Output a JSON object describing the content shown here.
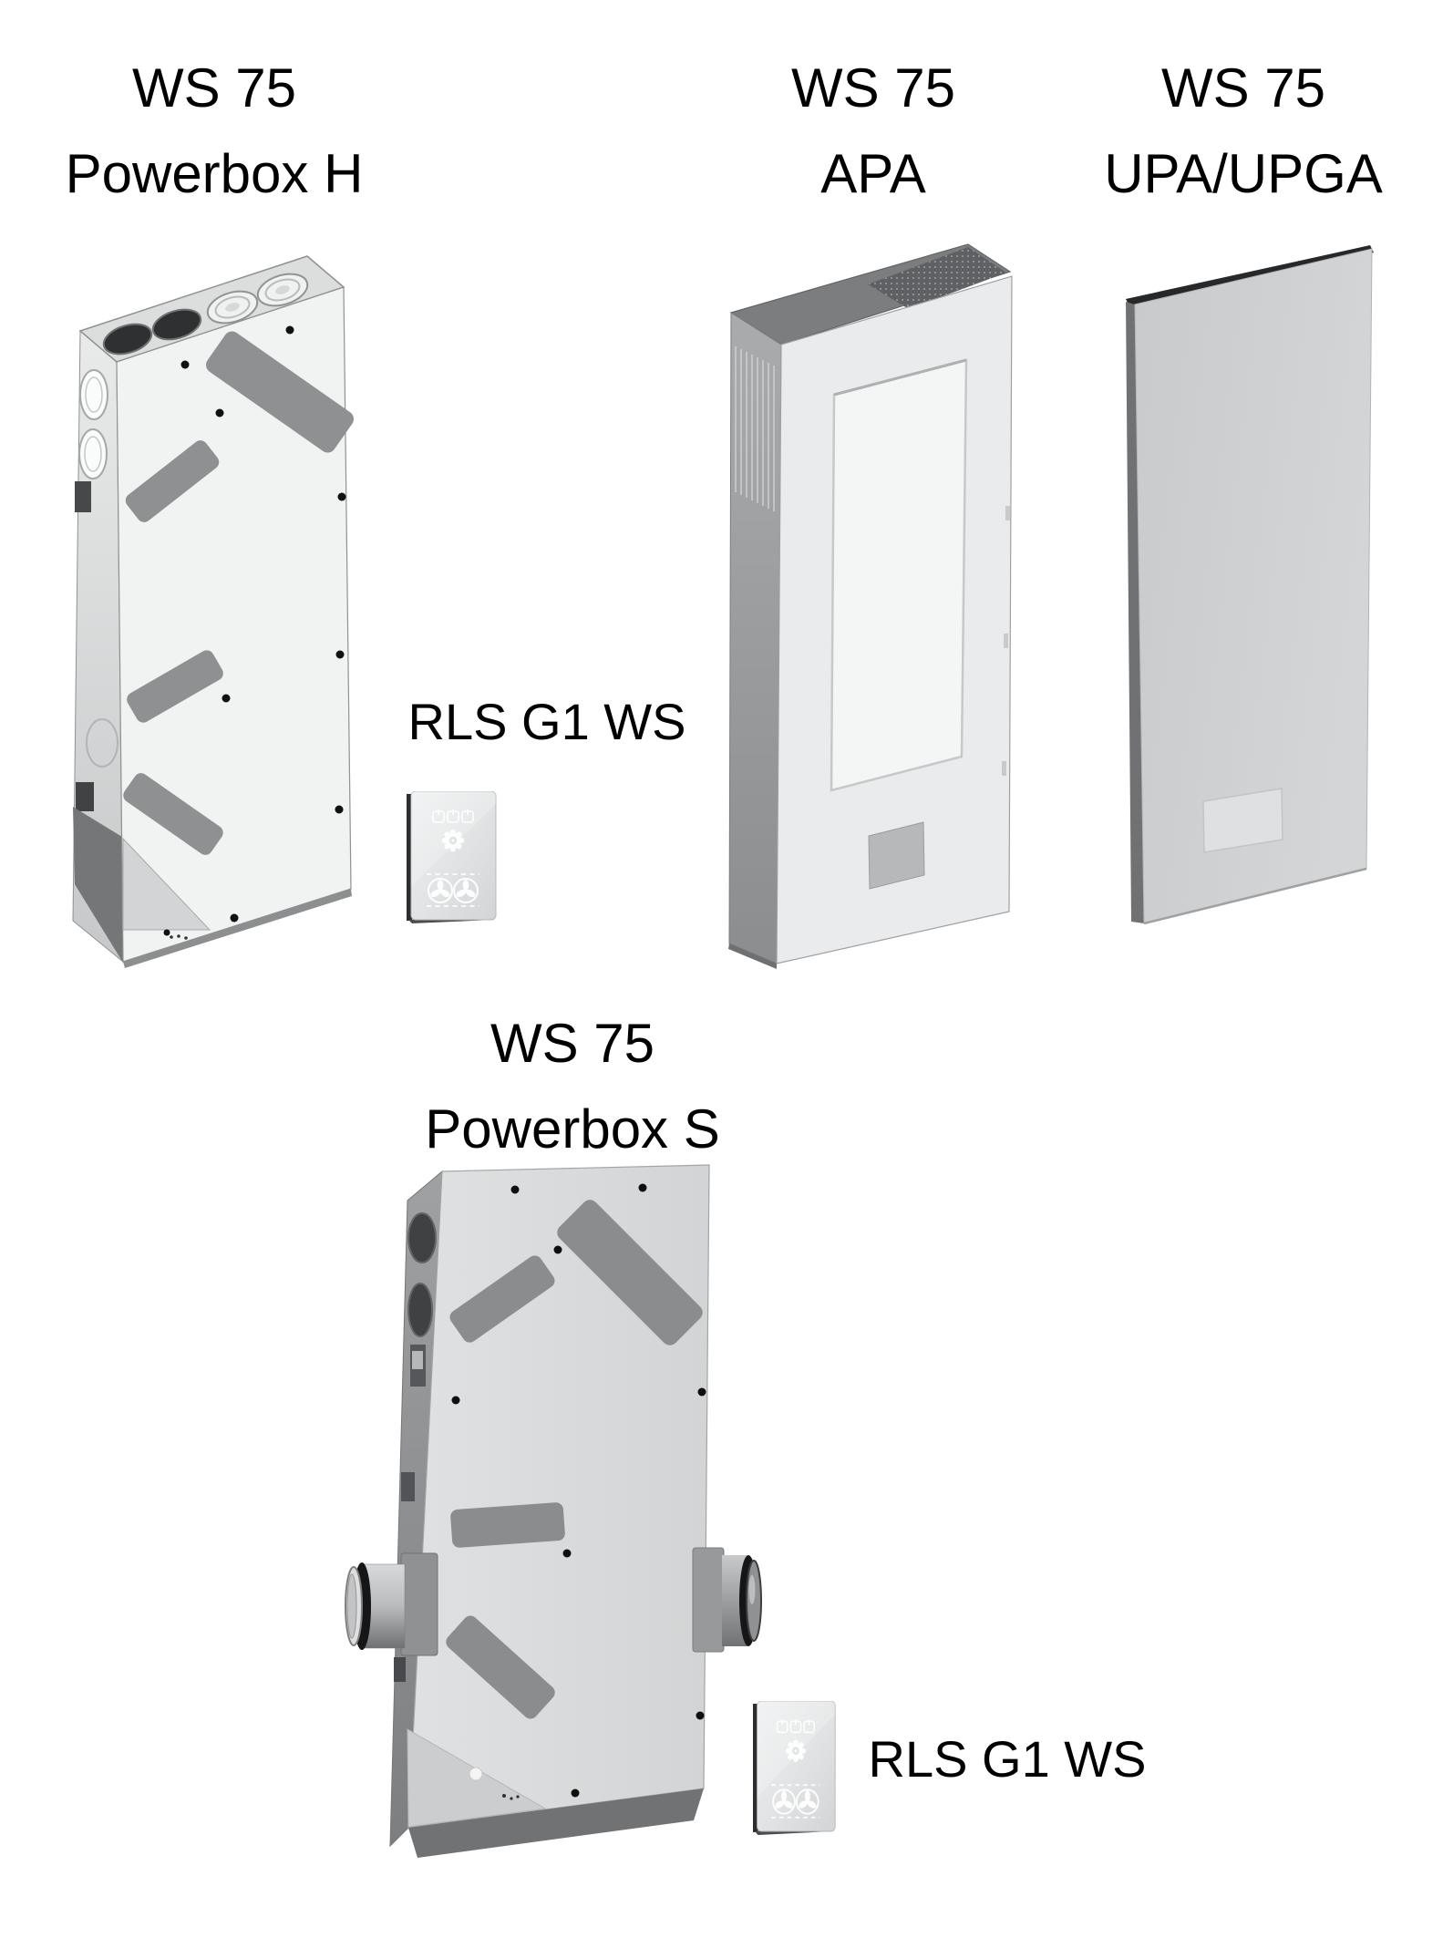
{
  "units": [
    {
      "id": "powerbox-h",
      "label_line1": "WS 75",
      "label_line2": "Powerbox H"
    },
    {
      "id": "apa",
      "label_line1": "WS 75",
      "label_line2": "APA"
    },
    {
      "id": "upa-upga",
      "label_line1": "WS 75",
      "label_line2": "UPA/UPGA"
    },
    {
      "id": "powerbox-s",
      "label_line1": "WS 75",
      "label_line2": "Powerbox S"
    }
  ],
  "controllers": [
    {
      "id": "rls-g1-ws-top",
      "label": "RLS G1 WS"
    },
    {
      "id": "rls-g1-ws-bottom",
      "label": "RLS G1 WS"
    }
  ],
  "colors": {
    "background": "#ffffff",
    "label_text": "#000000",
    "unit_body_light": "#f1f2f2",
    "unit_body_mid": "#d6d8d9",
    "unit_top_dark": "#7b7d80",
    "sticker_gray": "#8e9092",
    "port_dark": "#2e3032",
    "seal_ring_black": "#161616",
    "controller_panel": "#e3e5e6"
  }
}
